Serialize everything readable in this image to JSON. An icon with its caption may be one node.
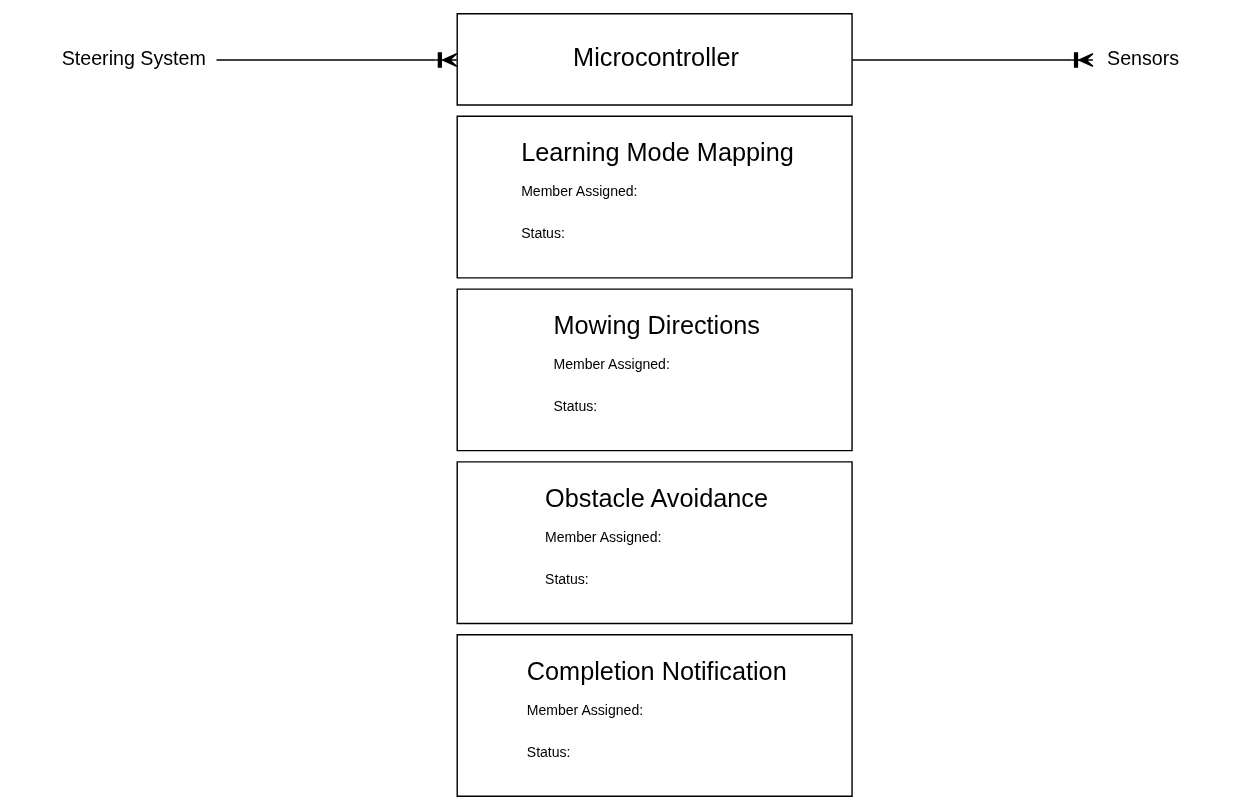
{
  "diagram": {
    "nodes": [
      {
        "text": [
          "Microcontroller"
        ]
      },
      {
        "text": [
          "Learning Mode Mapping",
          "Member Assigned:",
          "Status:"
        ]
      },
      {
        "text": [
          "Mowing Directions",
          "Member Assigned:",
          "Status:"
        ]
      },
      {
        "text": [
          "Obstacle Avoidance",
          "Member Assigned:",
          "Status:"
        ]
      },
      {
        "text": [
          "Completion Notification",
          "Member Assigned:",
          "Status:"
        ]
      },
      {
        "text": [
          "Sensors"
        ]
      },
      {
        "text": [
          "Steering System"
        ]
      }
    ],
    "edges": [
      {
        "from": 0,
        "to": 5,
        "arrow": "other"
      },
      {
        "from": 6,
        "to": 0,
        "arrow": "other"
      }
    ]
  }
}
